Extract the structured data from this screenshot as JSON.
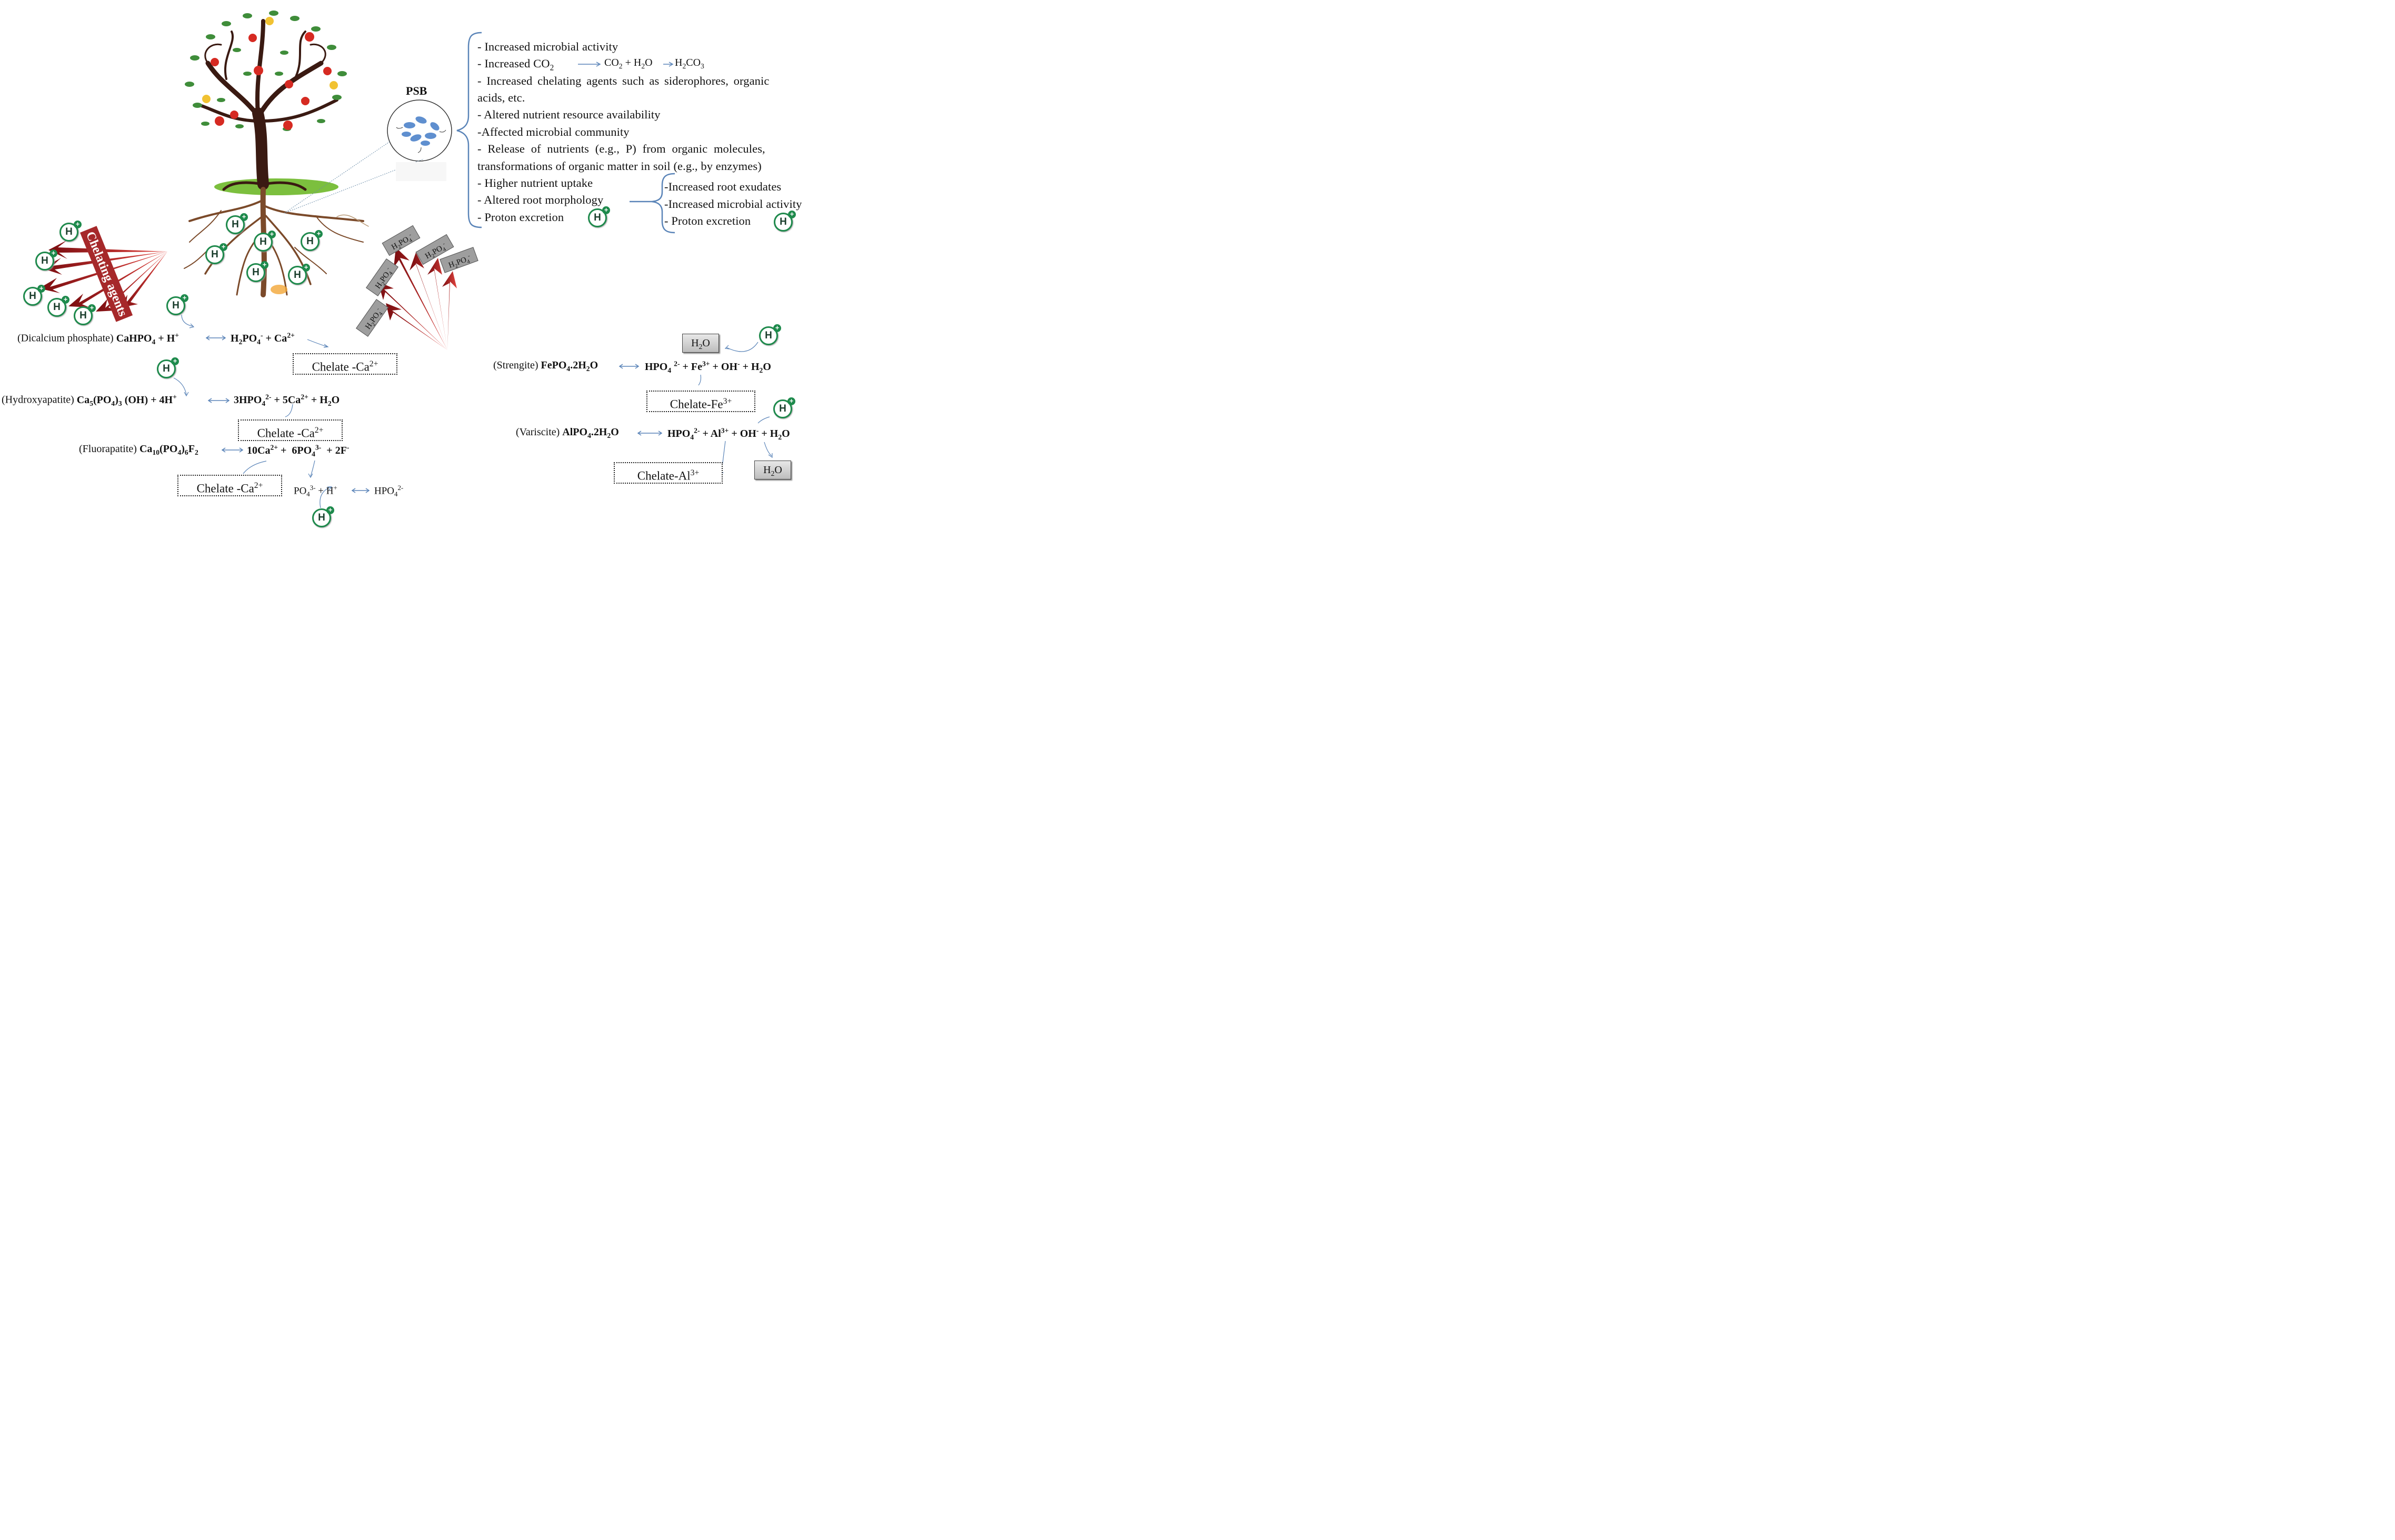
{
  "psb_label": "PSB",
  "chelating_label": "Chelating agents",
  "proton_label": "H",
  "proton_charge": "+",
  "notes": {
    "n1": "- Increased microbial activity",
    "n2": "- Increased CO",
    "n2b": "CO",
    "n2c": "+ H",
    "n2d": "O",
    "n2e": "H",
    "n2f": "CO",
    "n3": "- Increased chelating agents such as siderophores, organic",
    "n3b": "acids, etc.",
    "n4": "- Altered nutrient resource availability",
    "n5": "-Affected microbial community",
    "n6": "- Release of nutrients (e.g., P) from organic molecules,",
    "n6b": "transformations of organic matter in soil (e.g., by enzymes)",
    "n7": "- Higher nutrient uptake",
    "n8": "- Altered root morphology",
    "n9": "- Proton excretion",
    "r1": "-Increased root exudates",
    "r2": "-Increased microbial activity",
    "r3": "- Proton excretion"
  },
  "tags": {
    "label": "H",
    "mid": "PO",
    "sub1": "2",
    "sub2": "4",
    "charge": "-"
  },
  "reactions": {
    "dicalcium_name": "(Dicalcium phosphate)",
    "hydroxy_name": "(Hydroxyapatite)",
    "fluoro_name": "(Fluorapatite)",
    "strengite_name": "(Strengite)",
    "variscite_name": "(Variscite)"
  },
  "chelates": {
    "ca": "Chelate -Ca",
    "ca_charge": "2+",
    "fe": "Chelate-Fe",
    "fe_charge": "3+",
    "al": "Chelate-Al",
    "al_charge": "3+"
  },
  "water_box": "H",
  "water_box_o": "O"
}
